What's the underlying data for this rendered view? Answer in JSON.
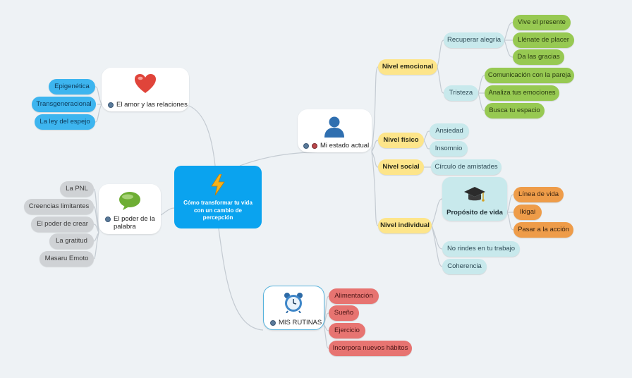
{
  "central": {
    "title": "Cómo transformar tu vida con un cambio de percepción",
    "icon": "lightning-icon"
  },
  "amor": {
    "title": "El amor y las relaciones",
    "icon": "heart-icon",
    "items": [
      "Epigenética",
      "Transgeneracional",
      "La ley del espejo"
    ]
  },
  "palabra": {
    "title": "El poder de la palabra",
    "icon": "speech-bubble-icon",
    "items": [
      "La PNL",
      "Creencias limitantes",
      "El poder de crear",
      "La gratitud",
      "Masaru Emoto"
    ]
  },
  "rutinas": {
    "title": "MIS RUTINAS",
    "icon": "alarm-clock-icon",
    "items": [
      "Alimentación",
      "Sueño",
      "Ejercicio",
      "Incorpora nuevos hábitos"
    ]
  },
  "estado": {
    "title": "Mi estado actual",
    "icon": "person-icon",
    "emocional": {
      "label": "Nivel emocional",
      "recuperar": {
        "label": "Recuperar alegría",
        "items": [
          "Vive el presente",
          "Llénate de placer",
          "Da las gracias"
        ]
      },
      "tristeza": {
        "label": "Tristeza",
        "items": [
          "Comunicación con la pareja",
          "Analiza tus emociones",
          "Busca tu espacio"
        ]
      }
    },
    "fisico": {
      "label": "Nivel físico",
      "items": [
        "Ansiedad",
        "Insomnio"
      ]
    },
    "social": {
      "label": "Nivel social",
      "items": [
        "Círculo de amistades"
      ]
    },
    "individual": {
      "label": "Nivel individual",
      "proposito": {
        "label": "Propósito de vida",
        "icon": "graduation-cap-icon",
        "items": [
          "Línea de vida",
          "Ikigai",
          "Pasar a la acción"
        ]
      },
      "items": [
        "No rindes en tu trabajo",
        "Coherencia"
      ]
    }
  },
  "colors": {
    "central": "#0aa3ef",
    "blue": "#3db5ef",
    "grey": "#cfd2d5",
    "lightblue": "#c8e9ec",
    "green": "#97c952",
    "yellow": "#fde58a",
    "orange": "#ee9c49",
    "red": "#e77471"
  }
}
